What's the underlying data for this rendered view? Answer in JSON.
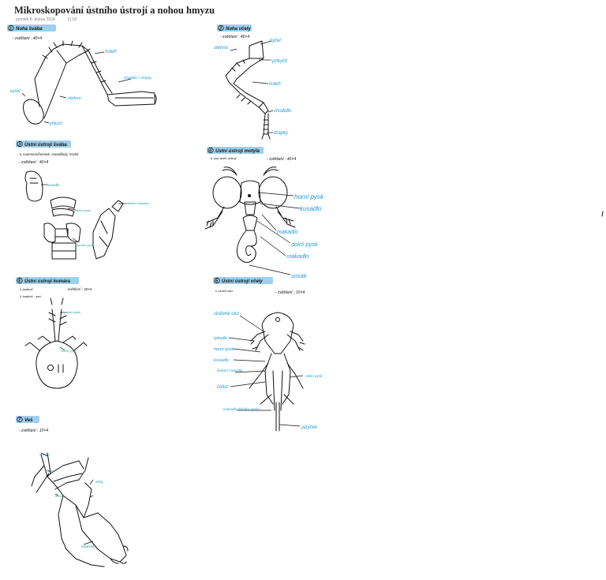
{
  "page": {
    "title": "Mikroskopování ústního ústrojí a nohou hmyzu",
    "date": "pondělí 8. dubna 2024",
    "time": "11:03"
  },
  "sections": {
    "s1": {
      "num": "1",
      "heading": "Noha švába",
      "magnification": "- zvětšení : 40×4",
      "labels": {
        "holen": "holeň",
        "chodidlo": "chodidlo + drápky",
        "kycel": "kyčel",
        "stehno": "stehno",
        "prikycli": "příkyčlí"
      }
    },
    "s2": {
      "num": "2",
      "heading": "Noha včely",
      "magnification": "- zvětšení : 40×4",
      "labels": {
        "kycel": "kyčel",
        "stehno": "stehno",
        "prikycli": "příkyčlí",
        "holen": "holeň",
        "chodidlo": "chodidlo",
        "drapky": "drápky"
      }
    },
    "s3": {
      "num": "3",
      "heading": "Ústní ústrojí švába",
      "note": "↳ sanmace/česnek, mandibuly, hrubé",
      "magnification": "- zvětšení : 40×4",
      "labels": {
        "kusadlo": "kusadlo",
        "horni_pysk": "horní pysk",
        "zelisti": "čelistní makadlo",
        "spodni_pysk": "spodní pysk"
      }
    },
    "s4": {
      "num": "4",
      "heading": "Ústní ústrojí motýla",
      "note": "↳ sací dolní ústrojí",
      "magnification": "- zvětšení : 40×4",
      "labels": {
        "horni_pysk": "horní pysk",
        "kusadlo": "kusadlo",
        "makadlo1": "makadlo",
        "dolni_pysk": "dolní pysk",
        "makadlo2": "makadlo",
        "sosak": "sosák"
      }
    },
    "s5": {
      "num": "5",
      "heading": "Ústní ústrojí komára",
      "note1": "↳ bodavě",
      "magnification": "- zvětšení : 40×4",
      "note2": "↳ bodavě - sací",
      "labels": {
        "dolni_pysk": "dolní pysk",
        "horni_pysk": "horní pysk"
      }
    },
    "s6": {
      "num": "6",
      "heading": "Ústní ústrojí včely",
      "note": "↳ lízavé sací",
      "magnification": "- zvětšení : 10×4",
      "labels": {
        "slozene_oko": "složené oko",
        "tykadlo": "tykadlo",
        "horni_pysk": "horní pysk",
        "kusadlo": "kusadlo",
        "celisti": "čelistní makadlo",
        "celist": "čelist",
        "spodni_pysk": "dolní pysk",
        "pysk_makadlo": "makadlo dolního pysku",
        "jazycek": "jazýček"
      }
    },
    "s7": {
      "num": "7",
      "heading": "Veš",
      "magnification": "- zvětšení : 10×4",
      "labels": {
        "tykadlo": "tykadlo",
        "hlava": "hlava",
        "hrud": "hruď",
        "nohy": "nohy",
        "zadecek": "zadeček"
      }
    }
  },
  "colors": {
    "highlight": "#9fd0ee",
    "label_blue": "#1a9bd7",
    "label_teal": "#1aa6a0",
    "ink": "#111111"
  }
}
